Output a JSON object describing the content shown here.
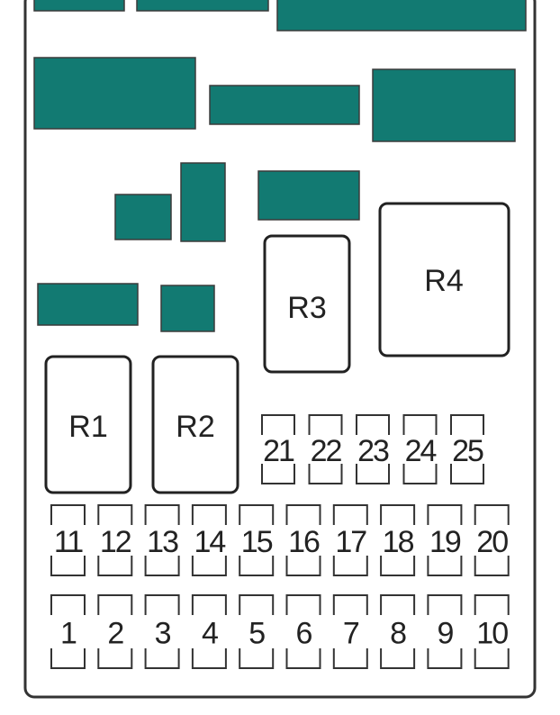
{
  "colors": {
    "component_fill": "#127a72",
    "outline": "#333333",
    "background": "#ffffff"
  },
  "relays": [
    {
      "id": "relay-r1",
      "label": "R1"
    },
    {
      "id": "relay-r2",
      "label": "R2"
    },
    {
      "id": "relay-r3",
      "label": "R3"
    },
    {
      "id": "relay-r4",
      "label": "R4"
    }
  ],
  "fuse_rows": {
    "top": [
      "21",
      "22",
      "23",
      "24",
      "25"
    ],
    "middle": [
      "11",
      "12",
      "13",
      "14",
      "15",
      "16",
      "17",
      "18",
      "19",
      "20"
    ],
    "bottom": [
      "1",
      "2",
      "3",
      "4",
      "5",
      "6",
      "7",
      "8",
      "9",
      "10"
    ]
  }
}
